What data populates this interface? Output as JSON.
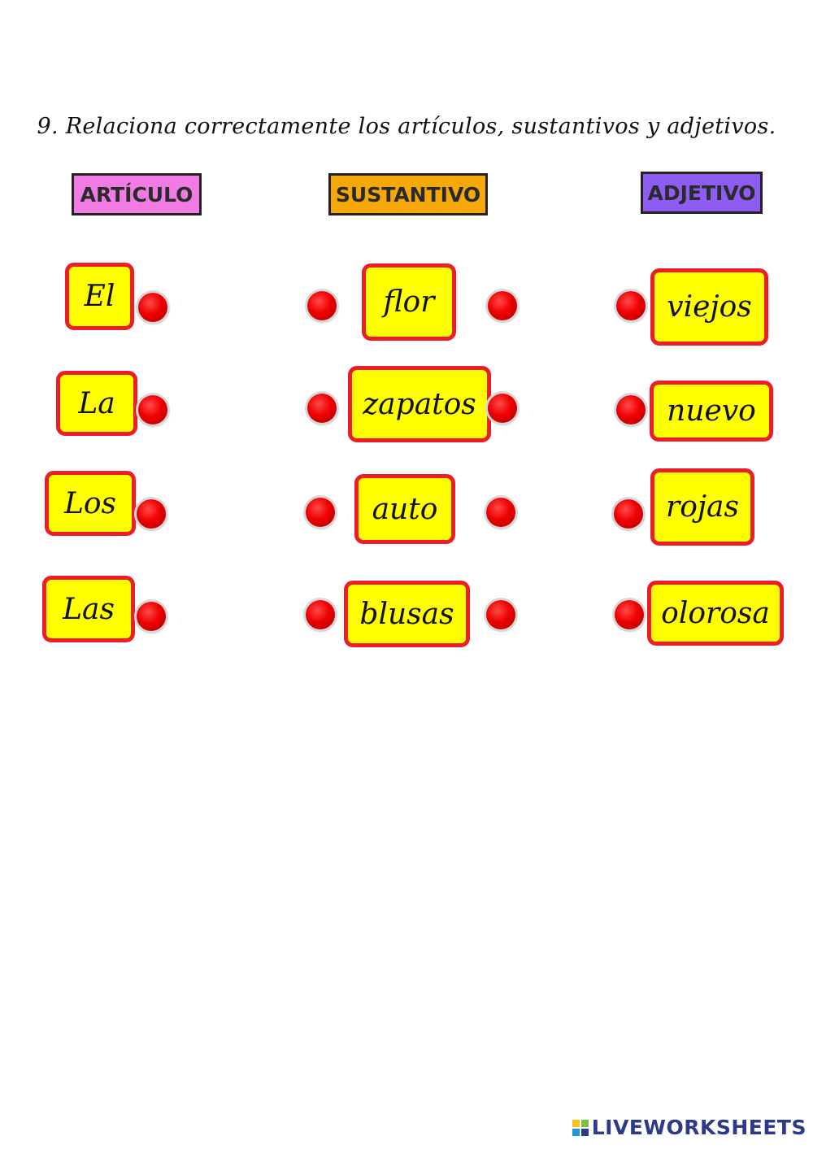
{
  "instruction": "9. Relaciona correctamente los artículos, sustantivos y adjetivos.",
  "headers": {
    "articulo": "ARTÍCULO",
    "sustantivo": "SUSTANTIVO",
    "adjetivo": "ADJETIVO"
  },
  "articulos": [
    "El",
    "La",
    "Los",
    "Las"
  ],
  "sustantivos": [
    "flor",
    "zapatos",
    "auto",
    "blusas"
  ],
  "adjetivos": [
    "viejos",
    "nuevo",
    "rojas",
    "olorosa"
  ],
  "colors": {
    "articulo_header": "#f07ce3",
    "sustantivo_header": "#f5a80a",
    "adjetivo_header": "#8f5cf2",
    "word_fill": "#ffff00",
    "word_border": "#ee1c24",
    "dot": "#ee0000"
  },
  "footer": {
    "brand": "LIVEWORKSHEETS"
  }
}
